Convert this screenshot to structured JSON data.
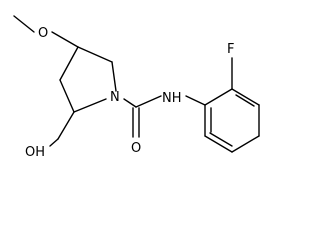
{
  "atom_labels": {
    "methoxy_oxygen": "O",
    "ring_nitrogen": "N",
    "amide_nh": "NH",
    "fluorine": "F",
    "carbonyl_oxygen": "O",
    "hydroxyl": "OH"
  }
}
